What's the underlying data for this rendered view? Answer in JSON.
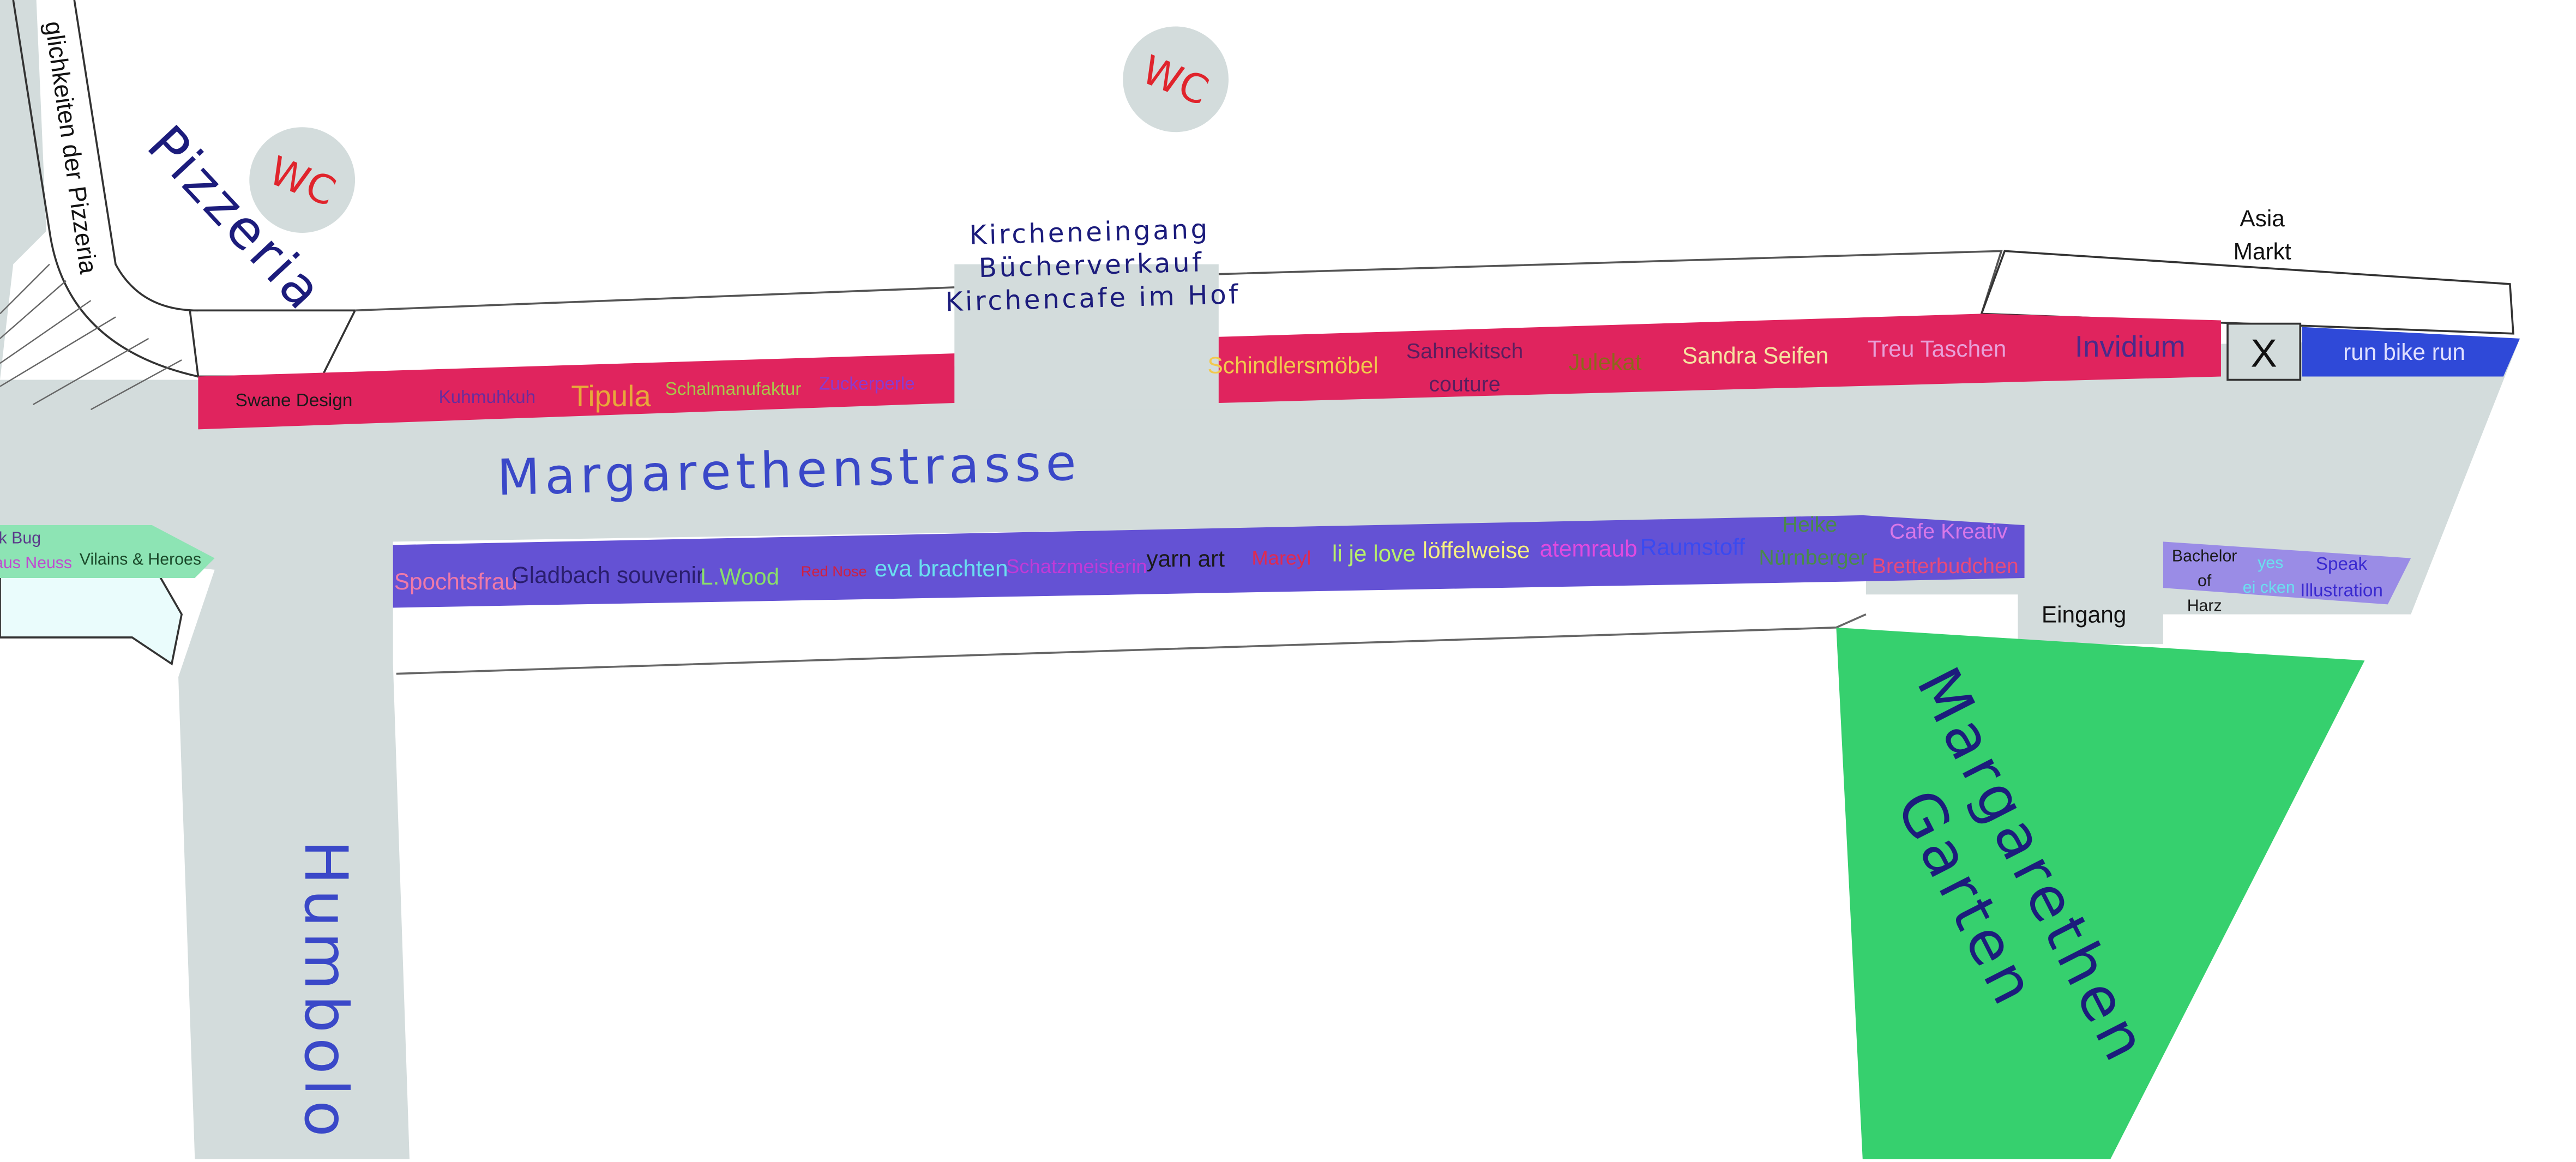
{
  "streets": {
    "main": "Margarethenstrasse",
    "side": "Humbolo"
  },
  "places": {
    "pizzeria": "Pizzeria",
    "pizzeria_area": "glichkeiten der Pizzeria",
    "church_line1": "Kircheneingang",
    "church_line2": "Bücherverkauf",
    "church_line3": "Kirchencafe im Hof",
    "wc1": "WC",
    "wc2": "WC",
    "asia_line1": "Asia",
    "asia_line2": "Markt",
    "garden_line1": "Margarethen",
    "garden_line2": "Garten",
    "entrance": "Eingang",
    "x_marker": "X"
  },
  "stalls_top_left": [
    {
      "label": "Swane Design",
      "color": "#1a1a1a"
    },
    {
      "label": "Kuhmuhkuh",
      "color": "#6a2c9c"
    },
    {
      "label": "Tipula",
      "color": "#e8a83a"
    },
    {
      "label": "Schalmanufaktur",
      "color": "#a8c84a"
    },
    {
      "label": "Zuckerperle",
      "color": "#8a3ad0"
    }
  ],
  "stalls_top_right": [
    {
      "label": "Schindlersmöbel",
      "color": "#f2c94c"
    },
    {
      "label": "Sahnekitsch",
      "color": "#5a1e5e"
    },
    {
      "label": "couture",
      "color": "#5a1e5e"
    },
    {
      "label": "Julekat",
      "color": "#8a6a1a"
    },
    {
      "label": "Sandra Seifen",
      "color": "#f6e3a0"
    },
    {
      "label": "Treu Taschen",
      "color": "#e8a0d8"
    },
    {
      "label": "Invidium",
      "color": "#4a2a8a"
    }
  ],
  "stall_blue": {
    "label": "run bike run",
    "color": "#e0e0ff"
  },
  "stalls_bottom": [
    {
      "label": "Spochtsfrau",
      "color": "#f07aa8"
    },
    {
      "label": "Gladbach souvenir",
      "color": "#2a1e6e"
    },
    {
      "label": "L.Wood",
      "color": "#8ade6a"
    },
    {
      "label": "Red Nose",
      "color": "#d02040"
    },
    {
      "label": "eva brachten",
      "color": "#6ae0f0"
    },
    {
      "label": "Schatzmeisterin",
      "color": "#c03ad8"
    },
    {
      "label": "yarn art",
      "color": "#1a1a1a"
    },
    {
      "label": "Mareyl",
      "color": "#e02a50"
    },
    {
      "label": "li je love",
      "color": "#b8f06a"
    },
    {
      "label": "löffelweise",
      "color": "#f6f080"
    },
    {
      "label": "atemraub",
      "color": "#e04ae0"
    },
    {
      "label": "Raumstoff",
      "color": "#3a4af0"
    }
  ],
  "stalls_bottom_right": [
    {
      "label": "Heike",
      "color": "#4a8a4a"
    },
    {
      "label": "Nürnberger",
      "color": "#4a8a4a"
    },
    {
      "label": "Cafe Kreativ",
      "color": "#d878e8"
    },
    {
      "label": "Bretterbudchen",
      "color": "#e84a7a"
    }
  ],
  "stalls_small_right": [
    {
      "label": "Bachelor",
      "color": "#1a1a1a"
    },
    {
      "label": "of",
      "color": "#1a1a1a"
    },
    {
      "label": "Harz",
      "color": "#1a1a1a"
    },
    {
      "label": "yes",
      "color": "#6ae0f0"
    },
    {
      "label": "ei cken",
      "color": "#6ae0f0"
    },
    {
      "label": "Speak",
      "color": "#3a2ad0"
    },
    {
      "label": "Illustration",
      "color": "#3a2ad0"
    }
  ],
  "stalls_left_edge": [
    {
      "label": "k Bug",
      "color": "#5a3a8a"
    },
    {
      "label": "aus Neuss",
      "color": "#c04ad0"
    },
    {
      "label": "Vilains & Heroes",
      "color": "#1a4a2a"
    }
  ],
  "colors": {
    "street": "#d3dcdc",
    "stall_red": "#e0245e",
    "stall_purple": "#6452d4",
    "stall_blue": "#2f49d8",
    "stall_lilac": "#9a8ce6",
    "stall_mint": "#8de4b4",
    "garden": "#36d06e",
    "street_text": "#3a48c8",
    "place_text": "#1c1c7c",
    "wc_text": "#e0242c",
    "wc_circle": "#d3dcdc"
  }
}
